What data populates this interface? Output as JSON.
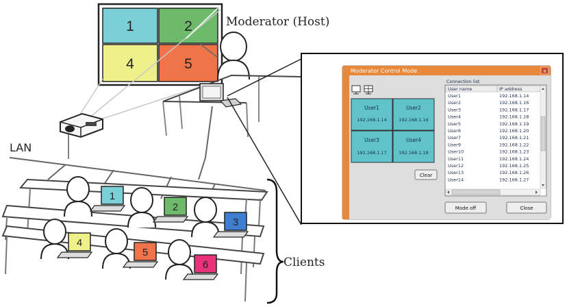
{
  "labels": {
    "moderator": "Moderator (Host)",
    "lan": "LAN",
    "clients": "Clients"
  },
  "projection_tiles": [
    {
      "num": "1",
      "color": "#7bcfd6"
    },
    {
      "num": "2",
      "color": "#6dbb6a"
    },
    {
      "num": "4",
      "color": "#eef08a"
    },
    {
      "num": "5",
      "color": "#f0744a"
    }
  ],
  "laptops": [
    {
      "num": "1",
      "color": "#7bcfd6"
    },
    {
      "num": "2",
      "color": "#6dbb6a"
    },
    {
      "num": "3",
      "color": "#3f7fd0"
    },
    {
      "num": "4",
      "color": "#eef08a"
    },
    {
      "num": "5",
      "color": "#f0744a"
    },
    {
      "num": "6",
      "color": "#e8337a"
    }
  ],
  "window": {
    "title": "Moderator Control Mode",
    "close_glyph": "x",
    "connection_list_label": "Connection list",
    "columns": [
      "User name",
      "IP address"
    ],
    "rows": [
      [
        "User1",
        "192.168.1.14"
      ],
      [
        "User2",
        "192.168.1.16"
      ],
      [
        "User3",
        "192.168.1.17"
      ],
      [
        "User4",
        "192.168.1.18"
      ],
      [
        "User5",
        "192.168.1.19"
      ],
      [
        "User6",
        "192.168.1.20"
      ],
      [
        "User7",
        "192.168.1.21"
      ],
      [
        "User9",
        "192.168.1.22"
      ],
      [
        "User10",
        "192.168.1.23"
      ],
      [
        "User11",
        "192.168.1.24"
      ],
      [
        "User12",
        "192.168.1.25"
      ],
      [
        "User13",
        "192.168.1.26"
      ],
      [
        "User14",
        "192.168.1.27"
      ]
    ],
    "grid": [
      {
        "user": "User1",
        "ip": "192.168.1.14"
      },
      {
        "user": "User2",
        "ip": "192.168.1.16"
      },
      {
        "user": "User3",
        "ip": "192.168.1.17"
      },
      {
        "user": "User4",
        "ip": "192.168.1.18"
      }
    ],
    "buttons": {
      "clear": "Clear",
      "mode_off": "Mode off",
      "close": "Close"
    },
    "colors": {
      "titlebar": "#e8883a",
      "frame": "#b9b9b9",
      "tile": "#5fc3c9"
    }
  }
}
